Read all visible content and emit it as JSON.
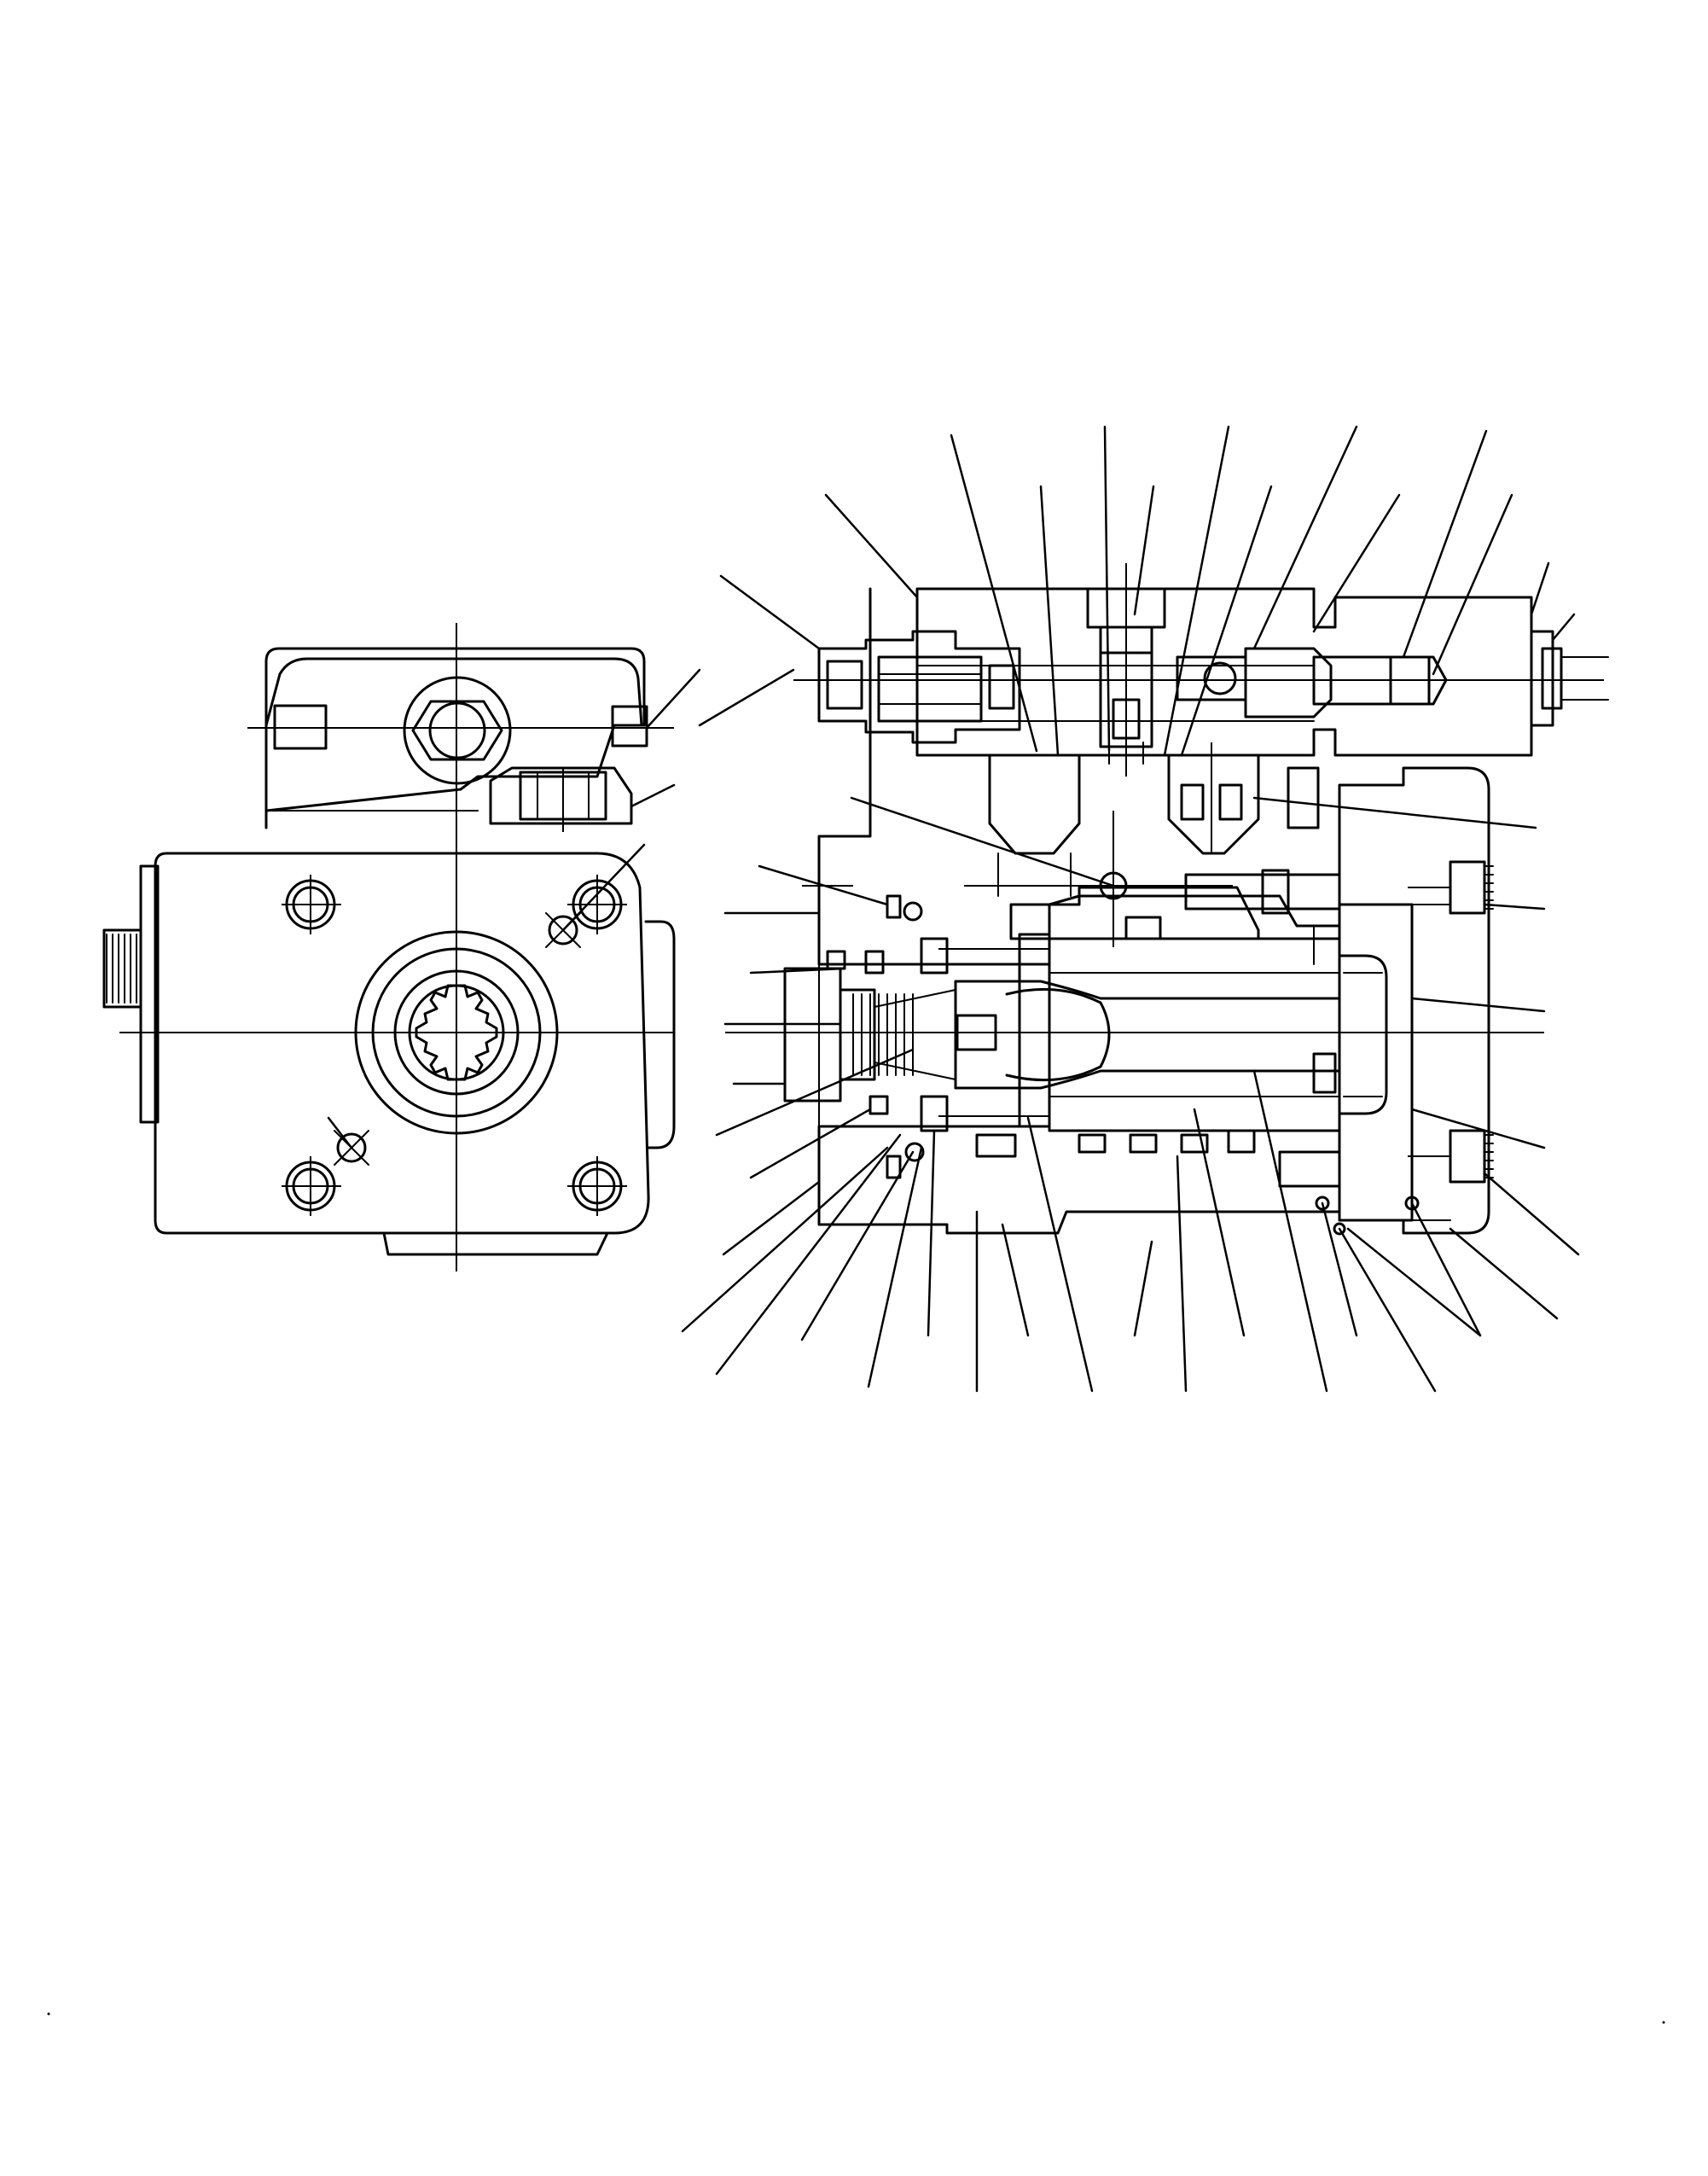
{
  "drawing": {
    "title": "",
    "views": [
      {
        "name": "end-view",
        "label": ""
      },
      {
        "name": "section-view",
        "label": ""
      }
    ],
    "callout_count": 35,
    "callout_labels": []
  }
}
